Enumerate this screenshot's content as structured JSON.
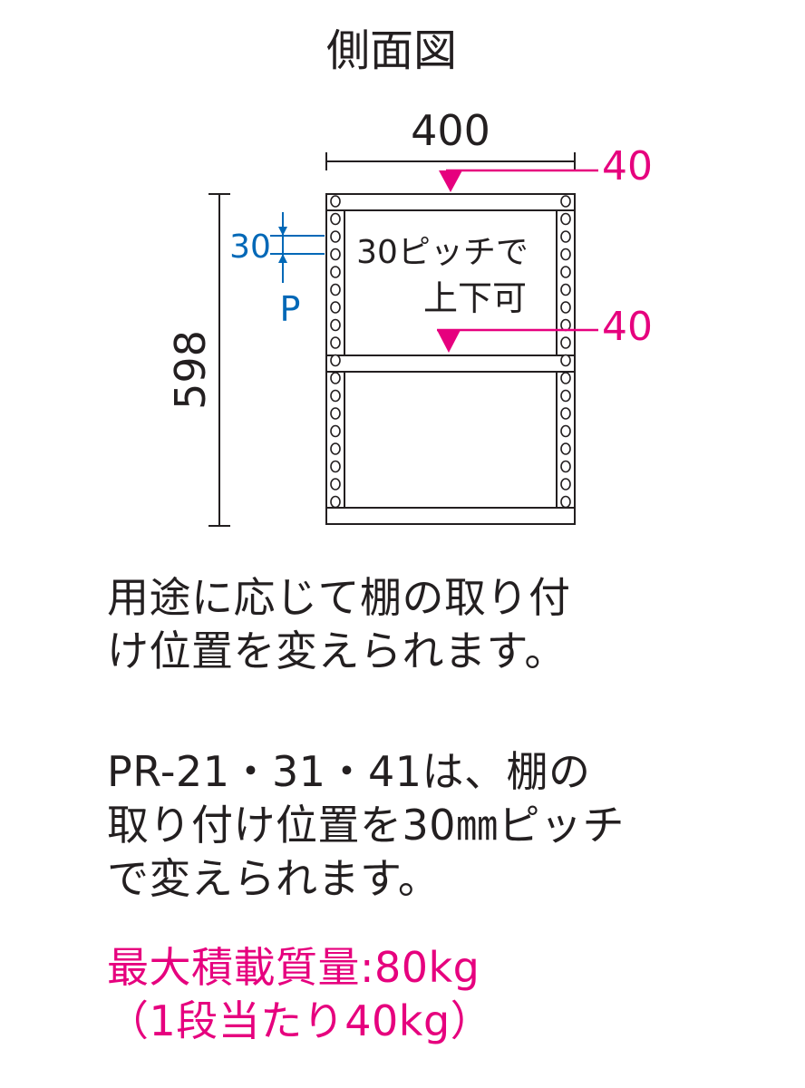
{
  "diagram": {
    "title": "側面図",
    "width_dim": "400",
    "height_dim": "598",
    "top_clearance": "40",
    "shelf_clearance": "40",
    "pitch_value": "30",
    "pitch_symbol": "P",
    "pitch_note_line1": "30ピッチで",
    "pitch_note_line2": "上下可"
  },
  "description": {
    "line1": "用途に応じて棚の取り付",
    "line2": "け位置を変えられます。"
  },
  "model_note": {
    "line1": "PR-21・31・41は、棚の",
    "line2": "取り付け位置を30㎜ピッチ",
    "line3": "で変えられます。"
  },
  "load": {
    "max_load": "最大積載質量:80kg",
    "per_shelf": "（1段当たり40kg）"
  },
  "colors": {
    "text": "#231f20",
    "accent_pink": "#e6007e",
    "accent_blue": "#0068b7"
  }
}
